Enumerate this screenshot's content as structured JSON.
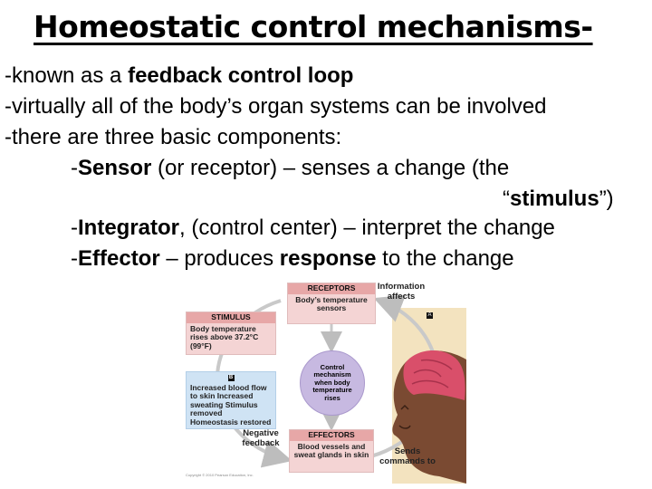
{
  "title": "Homeostatic control mechanisms-",
  "lines": {
    "l1_prefix": "-known as a ",
    "l1_bold": "feedback control loop",
    "l2": "-virtually all of the body’s organ systems can be involved",
    "l3": "-there are three basic components:",
    "sensor_dash": "-",
    "sensor_bold": "Sensor",
    "sensor_rest": " (or receptor) – senses a change (the",
    "stim_open": "“",
    "stim_bold": "stimulus",
    "stim_close": "”)",
    "integrator_dash": "-",
    "integrator_bold": "Integrator",
    "integrator_rest": ", (control center) – interpret the change",
    "effector_dash": "-",
    "effector_bold": "Effector",
    "effector_mid": " – produces ",
    "effector_bold2": "response",
    "effector_rest": " to the change"
  },
  "figure": {
    "receptors_head": "RECEPTORS",
    "receptors_body": "Body’s temperature sensors",
    "info_affects": "Information affects",
    "badge_a": "A",
    "stimulus_head": "STIMULUS",
    "stimulus_body": "Body temperature rises above 37.2°C (99°F)",
    "control": "Control mechanism when body temperature rises",
    "badge_b": "B",
    "response_body": "Increased blood flow to skin Increased sweating Stimulus removed Homeostasis restored",
    "negative_feedback": "Negative feedback",
    "effectors_head": "EFFECTORS",
    "effectors_body": "Blood vessels and sweat glands in skin",
    "sends_commands": "Sends commands to",
    "copyright": "Copyright © 2010 Pearson Education, Inc."
  },
  "colors": {
    "pink_box": "#f4d4d4",
    "pink_head": "#e7a7a7",
    "blue_box": "#cfe3f4",
    "lavender": "#c7b9e1",
    "tan_panel": "#f3e3bf"
  }
}
